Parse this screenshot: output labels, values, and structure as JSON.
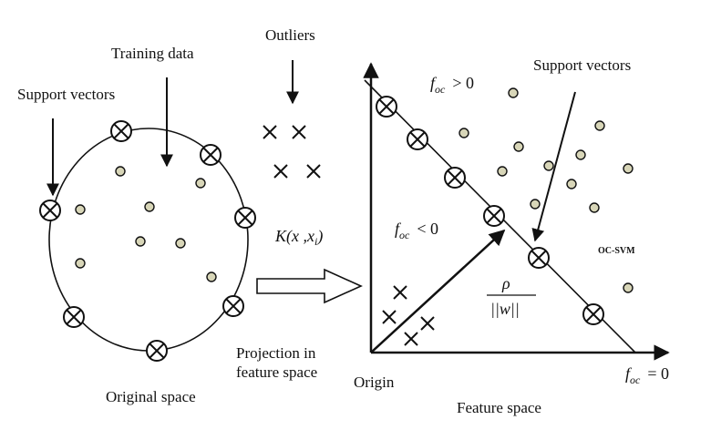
{
  "left_panel": {
    "training_data_label": "Training data",
    "support_vectors_label": "Support vectors",
    "outliers_label": "Outliers",
    "original_space_label": "Original space",
    "kernel_label": "K(x ,x",
    "kernel_sub": "i",
    "kernel_close": ")"
  },
  "middle": {
    "projection_line1": "Projection in",
    "projection_line2": "feature space"
  },
  "right_panel": {
    "f_positive": "f",
    "f_positive_sub": "oc",
    "f_positive_rel": "> 0",
    "f_negative": "f",
    "f_negative_sub": "oc",
    "f_negative_rel": "< 0",
    "f_zero": "f",
    "f_zero_sub": "oc",
    "f_zero_rel": "= 0",
    "support_vectors_label": "Support vectors",
    "ocsvm_label": "OC-SVM",
    "rho": "ρ",
    "norm_w": "||w||",
    "origin_label": "Origin",
    "feature_space_label": "Feature space"
  },
  "colors": {
    "dot_fill": "#d8d6b8",
    "stroke": "#111111"
  }
}
